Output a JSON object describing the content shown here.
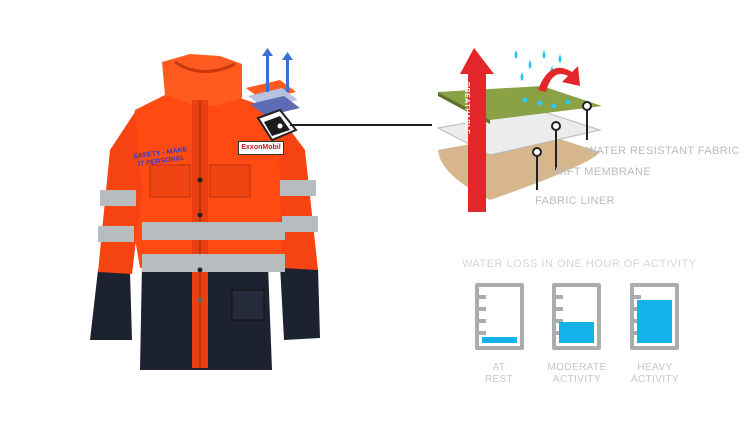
{
  "jacket": {
    "chest_patch": "SAFETY - MAKE IT PERSONAL",
    "brand_patch": "ExxonMobil"
  },
  "layers": {
    "arrow_text": "BREATHABLE",
    "labels": [
      {
        "text": "WATER RESISTANT FABRIC"
      },
      {
        "text": "RIFT MEMBRANE"
      },
      {
        "text": "FABRIC LINER"
      }
    ]
  },
  "water_loss": {
    "title": "WATER LOSS IN ONE HOUR OF ACTIVITY",
    "beakers": [
      {
        "line1": "AT",
        "line2": "REST",
        "fill_fraction": 0.12
      },
      {
        "line1": "MODERATE",
        "line2": "ACTIVITY",
        "fill_fraction": 0.4
      },
      {
        "line1": "HEAVY",
        "line2": "ACTIVITY",
        "fill_fraction": 0.82
      }
    ]
  },
  "colors": {
    "hi_vis_orange": "#ff4a12",
    "navy": "#1b1f2e",
    "reflective": "#b8b8b8",
    "water_blue": "#12b3e9",
    "label_gray": "#b9bcbf"
  }
}
